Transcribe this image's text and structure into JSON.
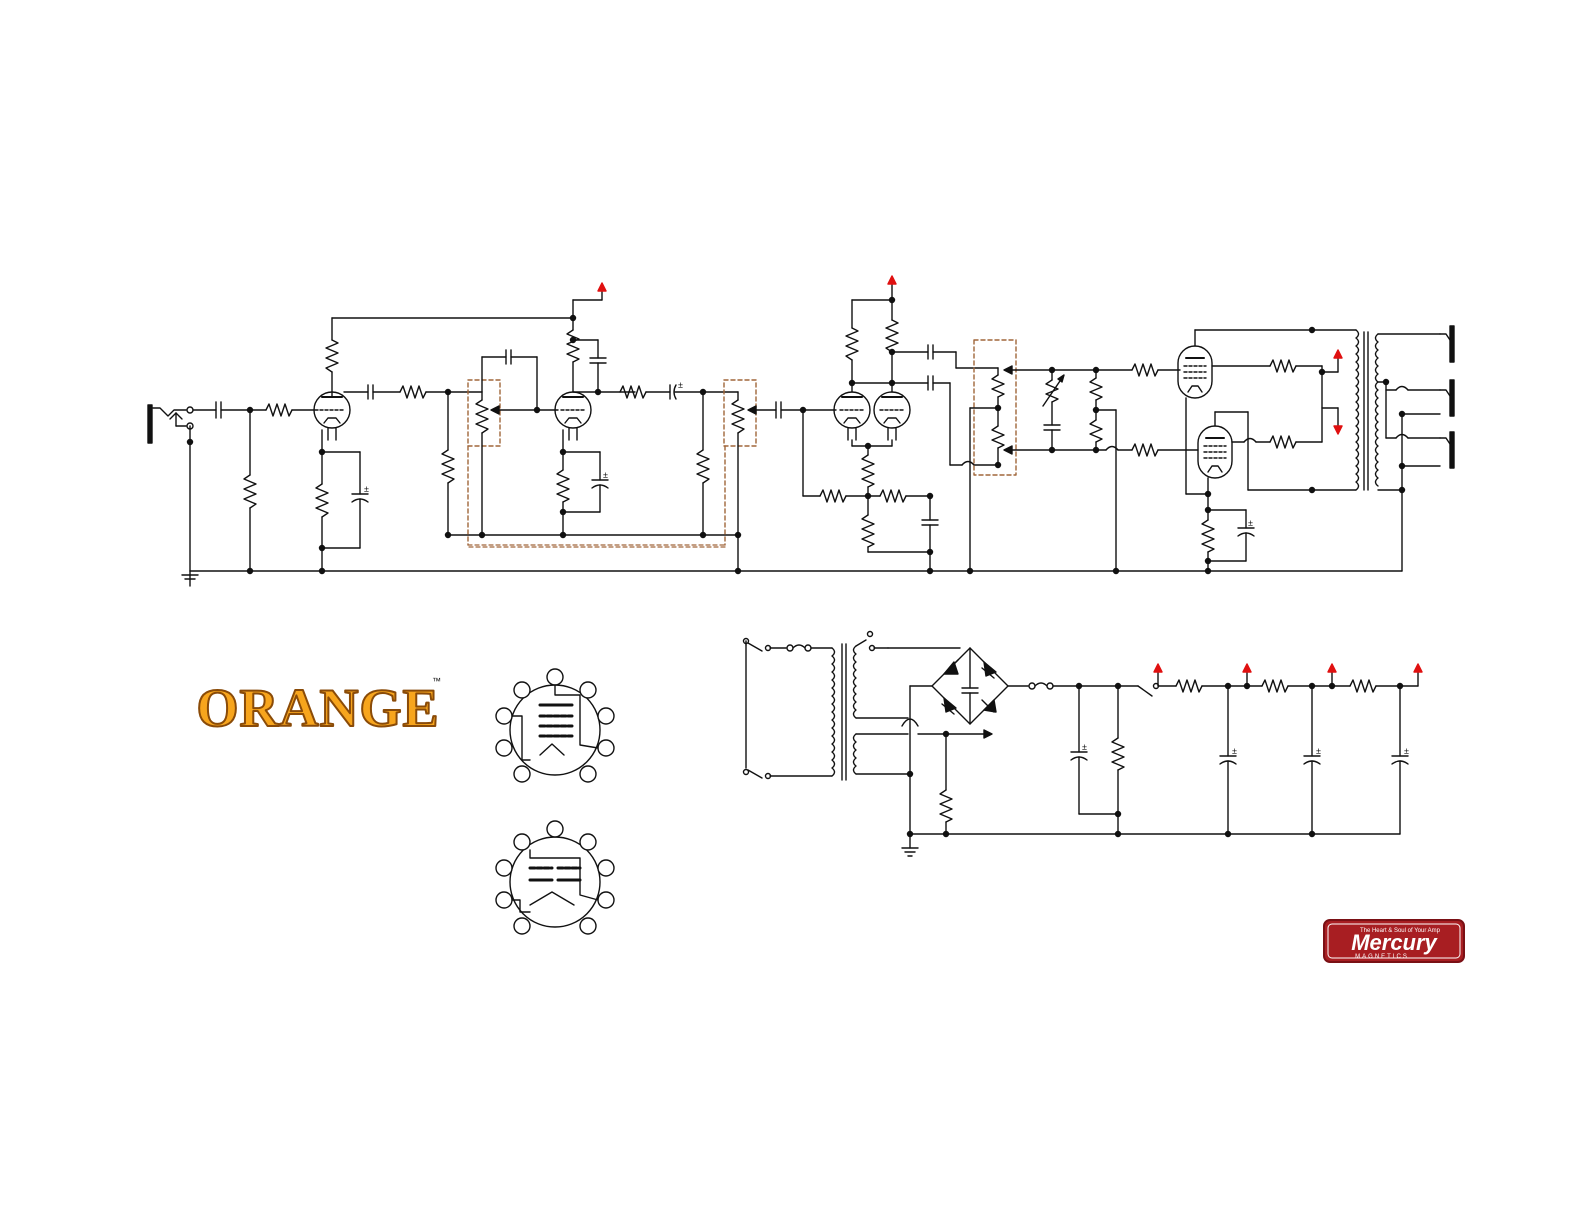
{
  "logos": {
    "orange": {
      "text": "ORANGE",
      "tm": "™"
    },
    "mercury": {
      "main": "Mercury",
      "sub": "MAGNETICS",
      "tagline": "The Heart & Soul of Your Amp"
    }
  },
  "colors": {
    "wire": "#111111",
    "dashed_box": "#a0663a",
    "supply_arrow": "#e01010",
    "orange_fill": "#f7a51d",
    "orange_stroke": "#8a4b08",
    "mercury_red": "#a81e22"
  },
  "icons": [
    "input-jack-icon",
    "ground-icon",
    "resistor-icon",
    "capacitor-icon",
    "potentiometer-icon",
    "triode-tube-icon",
    "pentode-tube-icon",
    "transformer-icon",
    "diode-icon",
    "fuse-icon",
    "switch-icon",
    "speaker-jack-icon",
    "tube-pinout-icon"
  ]
}
